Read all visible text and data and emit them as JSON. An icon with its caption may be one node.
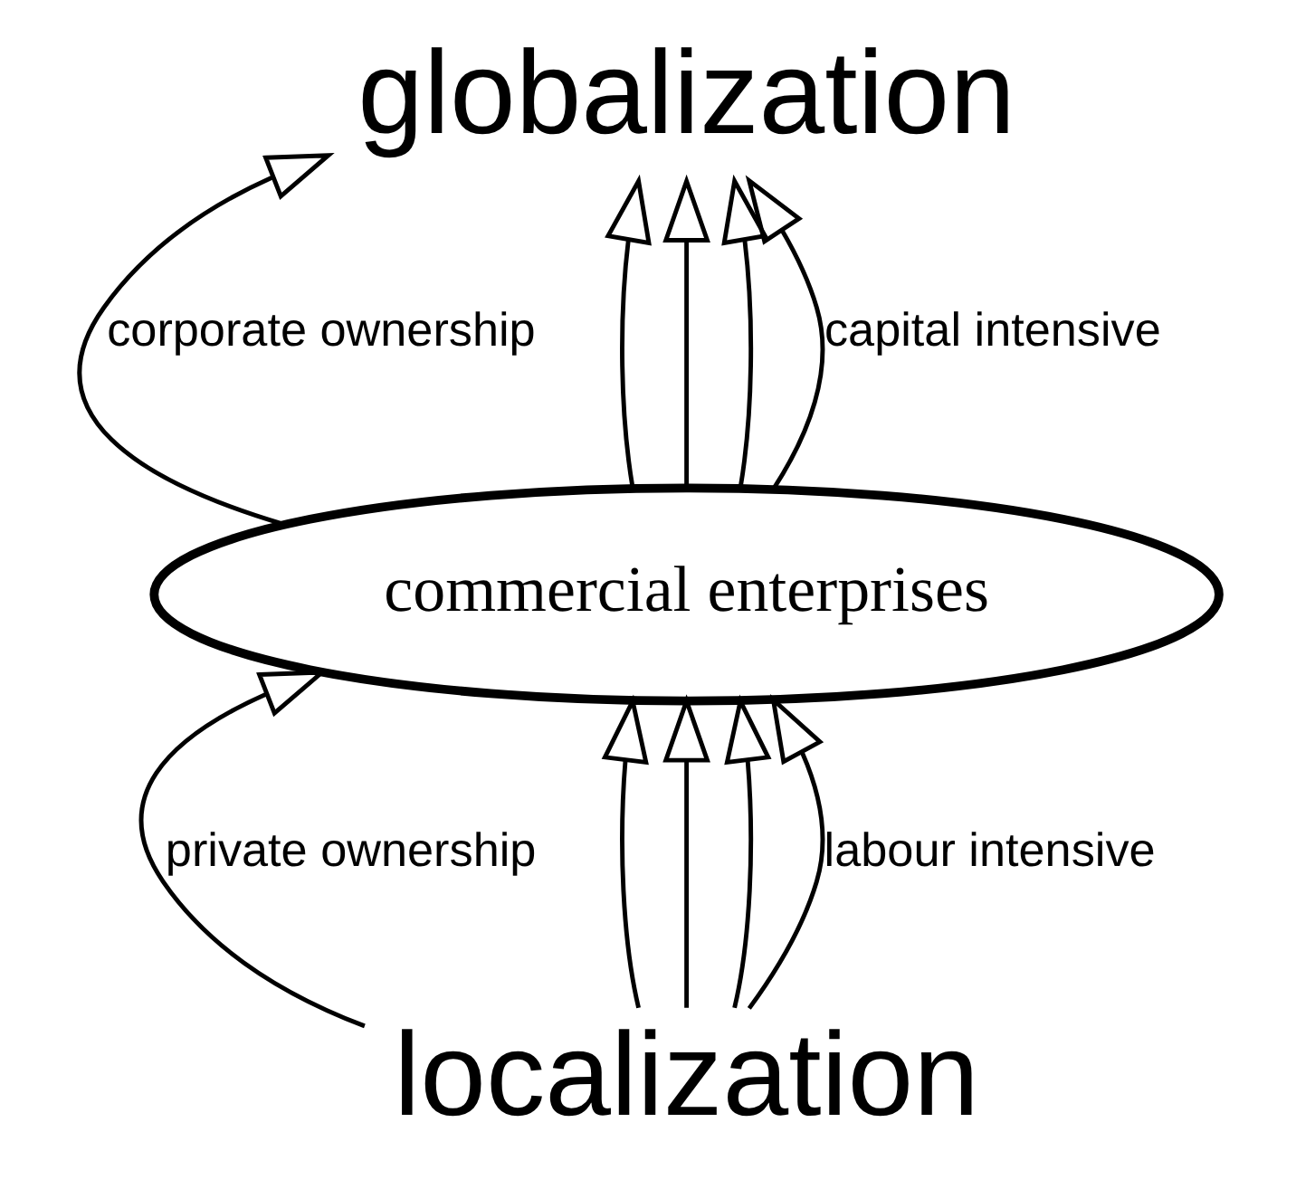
{
  "diagram": {
    "nodes": [
      {
        "text": [
          "globalization"
        ]
      },
      {
        "text": [
          "commercial enterprises"
        ]
      },
      {
        "text": [
          "localization"
        ]
      }
    ],
    "edges": [
      {
        "from": 1,
        "to": 0,
        "arrow": "to",
        "label": "corporate ownership"
      },
      {
        "from": 1,
        "to": 0,
        "arrow": "to"
      },
      {
        "from": 1,
        "to": 0,
        "arrow": "to"
      },
      {
        "from": 1,
        "to": 0,
        "arrow": "to"
      },
      {
        "from": 1,
        "to": 0,
        "arrow": "to",
        "label": "capital intensive"
      },
      {
        "from": 2,
        "to": 1,
        "arrow": "to",
        "label": "private ownership"
      },
      {
        "from": 2,
        "to": 1,
        "arrow": "to"
      },
      {
        "from": 2,
        "to": 1,
        "arrow": "to"
      },
      {
        "from": 2,
        "to": 1,
        "arrow": "to"
      },
      {
        "from": 2,
        "to": 1,
        "arrow": "to",
        "label": "labour intensive"
      }
    ]
  }
}
